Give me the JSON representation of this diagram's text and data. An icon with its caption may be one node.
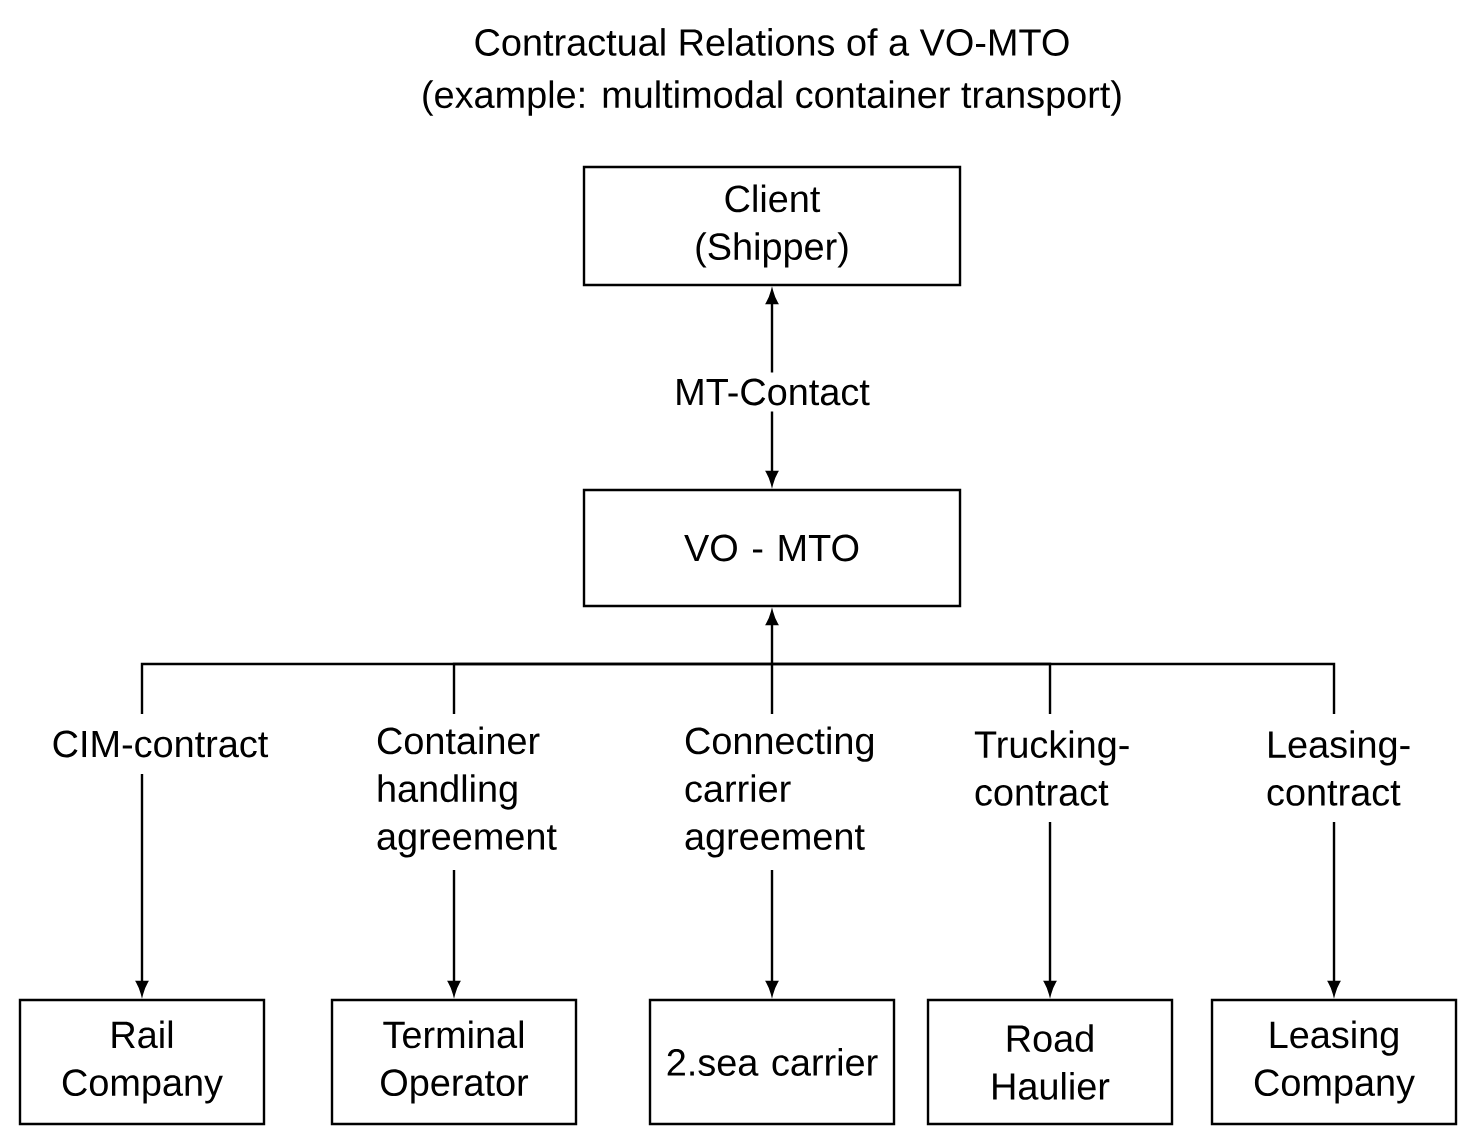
{
  "diagram": {
    "title": "Contractual Relations of a VO-MTO",
    "nodes": [
      {
        "text": [
          "Client (Shipper)"
        ]
      },
      {
        "text": [
          "VO - MTO"
        ]
      },
      {
        "text": [
          "Rail Company"
        ]
      },
      {
        "text": [
          "Terminal Operator"
        ]
      },
      {
        "text": [
          "2.sea carrier"
        ]
      },
      {
        "text": [
          "Road Haulier"
        ]
      },
      {
        "text": [
          "Leasing Company"
        ]
      }
    ],
    "edges": [
      {
        "from": 0,
        "to": 1,
        "arrow": "both",
        "label": "MT-Contact"
      },
      {
        "from": 1,
        "to": 2,
        "arrow": "both",
        "label": "CIM-contract"
      },
      {
        "from": 1,
        "to": 3,
        "arrow": "both",
        "label": "Container handling agreement"
      },
      {
        "from": 1,
        "to": 4,
        "arrow": "both",
        "label": "Connecting carrier agreement"
      },
      {
        "from": 1,
        "to": 5,
        "arrow": "both",
        "label": "Trucking-contract"
      },
      {
        "from": 1,
        "to": 6,
        "arrow": "both",
        "label": "Leasing-contract"
      }
    ],
    "labels": [
      "(example: multimodal container transport)"
    ]
  }
}
